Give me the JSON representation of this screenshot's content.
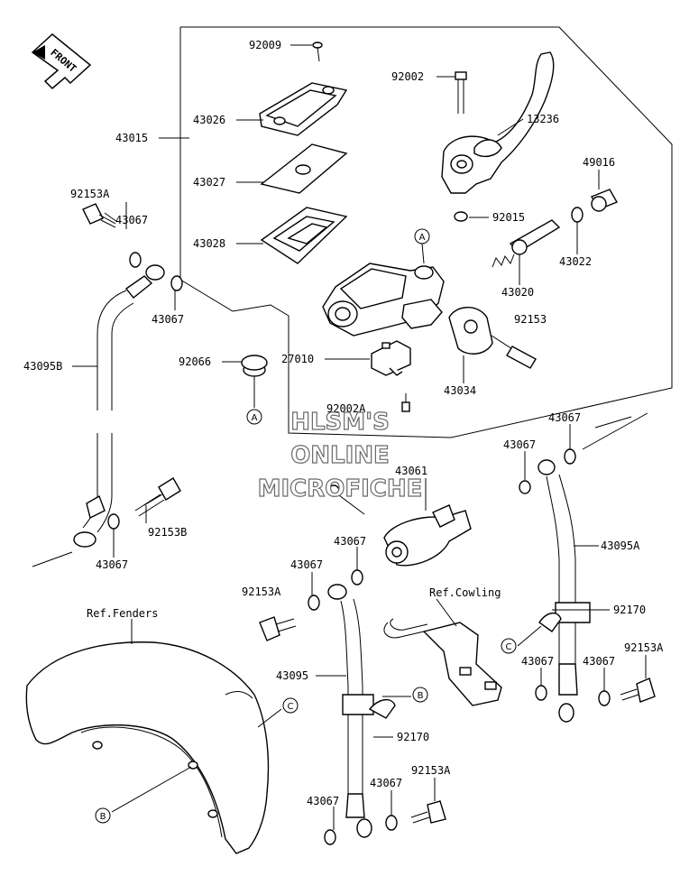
{
  "front_badge": "FRONT",
  "watermark": {
    "line1": "HLSM'S",
    "line2": "ONLINE",
    "line3": "MICROFICHE"
  },
  "references": {
    "fenders": "Ref.Fenders",
    "cowling": "Ref.Cowling"
  },
  "callouts": [
    "A",
    "A",
    "B",
    "B",
    "C",
    "C"
  ],
  "part_numbers": [
    "92009",
    "43026",
    "43015",
    "43027",
    "43028",
    "92002",
    "13236",
    "49016",
    "92015",
    "43022",
    "43020",
    "92153",
    "43034",
    "27010",
    "92066",
    "92002A",
    "92153A",
    "43067",
    "43067",
    "43095B",
    "43067",
    "92153B",
    "43061",
    "43067",
    "43067",
    "43095A",
    "43067",
    "92153A",
    "43067",
    "92170",
    "43095",
    "92170",
    "43067",
    "43067",
    "92153A",
    "43067",
    "43067",
    "92153A"
  ]
}
